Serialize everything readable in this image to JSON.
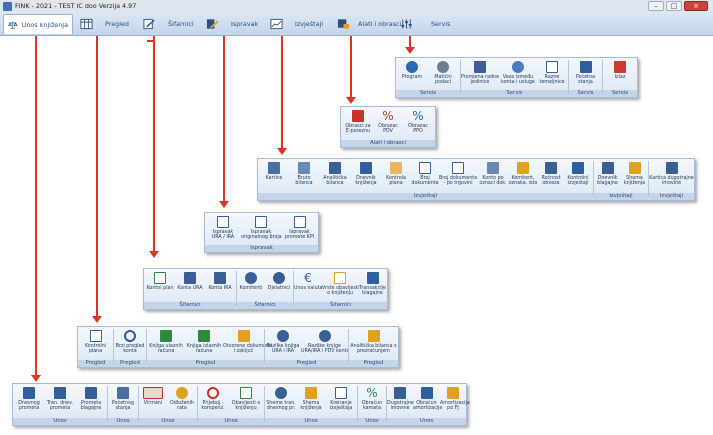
{
  "window": {
    "title": "FINK - 2021 - TEST IC doo Verzija 4.97",
    "controls": [
      "–",
      "□",
      "×"
    ]
  },
  "menu": [
    {
      "label": "Unos knjiženja",
      "icon": "scales-icon"
    },
    {
      "label": "Pregled",
      "icon": "table-icon"
    },
    {
      "label": "Šifarnici",
      "icon": "edit-icon"
    },
    {
      "label": "Ispravak",
      "icon": "pen-icon"
    },
    {
      "label": "Izvještaji",
      "icon": "chart-icon"
    },
    {
      "label": "Alati i obrasci",
      "icon": "tools-icon"
    },
    {
      "label": "Servis",
      "icon": "sliders-icon"
    }
  ],
  "panels": {
    "servis": {
      "groups": [
        {
          "label": "Servis",
          "buttons": [
            "Program",
            "Matični\npodaci"
          ]
        },
        {
          "label": "Servis",
          "buttons": [
            "Promjena radne\njedinice",
            "Veza između\nkonta i usluge",
            "Razne\ntemeljnice"
          ]
        },
        {
          "label": "Servis",
          "buttons": [
            "Početna\nstanja"
          ]
        },
        {
          "label": "Servis",
          "buttons": [
            "Izlaz"
          ]
        }
      ]
    },
    "alati": {
      "groups": [
        {
          "label": "Alati i obrasci",
          "buttons": [
            "Obrasci za\nE-poreznu",
            "Obrazac\nPDV",
            "Obrazac\nPPO"
          ]
        }
      ]
    },
    "izvjestaji": {
      "groups": [
        {
          "label": "Izvještaji",
          "buttons": [
            "Kartice",
            "Bruto\nbilanca",
            "Analitička\nbilanca",
            "Dnevnik\nknjiženja",
            "Kontrola\nplana",
            "Broj\ndokumenta",
            "Broj dokumenta\n- po trgovini",
            "Konto po\noznaci dok.",
            "Komitent,\noznaka, isto",
            "Ročnost\nobveza",
            "Kontrolni\nizvještaji"
          ]
        },
        {
          "label": "Izvještaji",
          "buttons": [
            "Dnevnik\nblagajne",
            "Shema\nknjiženja"
          ]
        },
        {
          "label": "Izvještaji",
          "buttons": [
            "Kartica dugotrajne\nimovine"
          ]
        }
      ]
    },
    "ispravak": {
      "groups": [
        {
          "label": "Ispravak",
          "buttons": [
            "Ispravak\nURA / IRA",
            "Ispravak\noriginalnog broja",
            "Ispravak\npromete KPI"
          ]
        }
      ]
    },
    "sifarnici": {
      "groups": [
        {
          "label": "Šifarnici",
          "buttons": [
            "Kontni plan",
            "Konta URA",
            "Konta IRA"
          ]
        },
        {
          "label": "Šifarnici",
          "buttons": [
            "Komitenti",
            "Djelatnici"
          ]
        },
        {
          "label": "Šifarnici",
          "buttons": [
            "Unos valuta",
            "Vrste obavijesti\no knjiženju",
            "Transakcije\nblagajne"
          ]
        }
      ]
    },
    "pregled": {
      "groups": [
        {
          "label": "Pregled",
          "buttons": [
            "Kontrolni\nplana"
          ]
        },
        {
          "label": "Pregled",
          "buttons": [
            "Brzi pregled\nkonta"
          ]
        },
        {
          "label": "Pregled",
          "buttons": [
            "Knjiga ulaznih\nračuna",
            "Knjiga izlaznih\nračuna",
            "Otvorene dokumenti\ni zaključ"
          ]
        },
        {
          "label": "Pregled",
          "buttons": [
            "Razlike knjiga\nURA i IRA",
            "Razlike knjige\nURA/IRA i PDV konta"
          ]
        },
        {
          "label": "Pregled",
          "buttons": [
            "Analitička bilanca s\nprezračunjem"
          ]
        }
      ]
    },
    "unos": {
      "groups": [
        {
          "label": "Unos",
          "buttons": [
            "Dnevnog\nprometa",
            "Tran. dnev.\nprometa",
            "Prometa\nblagajne"
          ]
        },
        {
          "label": "Unos",
          "buttons": [
            "Početnog\nstanja"
          ]
        },
        {
          "label": "Unos",
          "buttons": [
            "Virmani",
            "Odloženih\nrata"
          ]
        },
        {
          "label": "Unos",
          "buttons": [
            "Prijeboj -\nkompenz.",
            "Obavijesti o\nknjiženju"
          ]
        },
        {
          "label": "Unos",
          "buttons": [
            "Sheme tran.\ndnevnog pr.",
            "Shema\nknjiženja",
            "Kreiranje\nizvještaja"
          ]
        },
        {
          "label": "Unos",
          "buttons": [
            "Obračun\nkamata"
          ]
        },
        {
          "label": "Unos",
          "buttons": [
            "Dugotrajne\nimovine",
            "Obračun\namortizacije",
            "Amortizacija\npo FJ"
          ]
        }
      ]
    }
  },
  "colors": {
    "accent": "#2b4f83",
    "arrow": "#e23228",
    "ribbon": "#dbe6f4"
  }
}
